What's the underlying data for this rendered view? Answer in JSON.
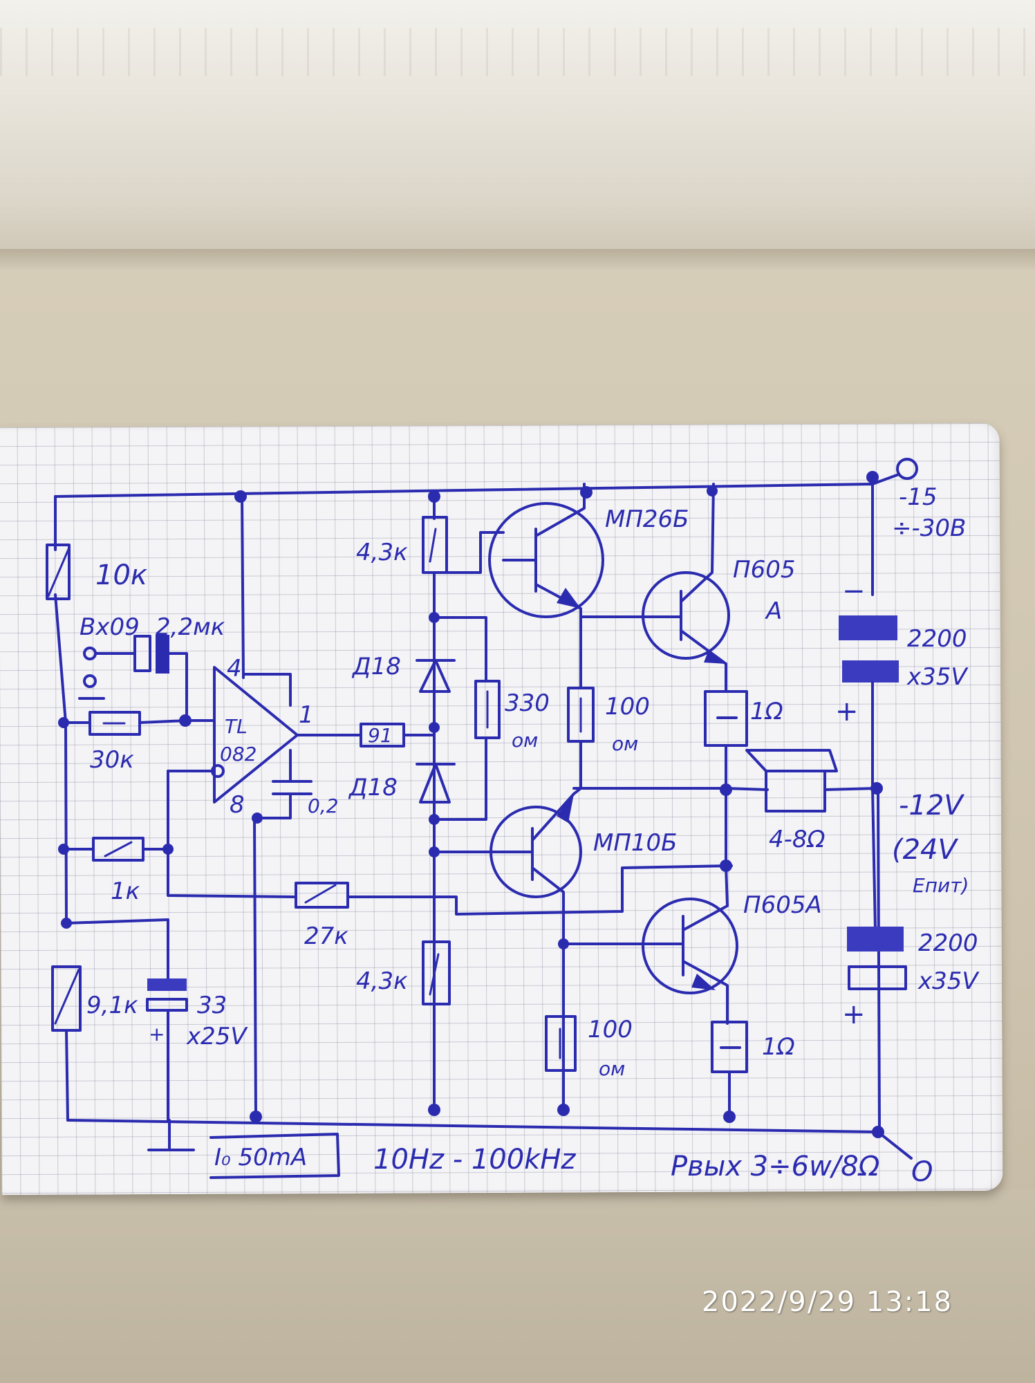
{
  "labels": {
    "pot_top": "10к",
    "input": "Bx09",
    "cap_in": "2,2мк",
    "r_fb": "30к",
    "opamp": "TL",
    "opamp2": "082",
    "pin4": "4",
    "pin1": "1",
    "pin8": "8",
    "cap_comp": "0,2",
    "r_in": "1к",
    "r_27": "27к",
    "pot_bottom": "9,1к",
    "cap_33": "33",
    "cap_33v": "x25V",
    "r_91": "91",
    "r_top_43": "4,3к",
    "r_bot_43": "4,3к",
    "diode1": "Д18",
    "diode2": "Д18",
    "r_330": "330",
    "r_330u": "ом",
    "t1": "МП26Б",
    "t2": "П605",
    "t2b": "А",
    "t3": "МП10Б",
    "t4": "П605А",
    "r_100a": "100",
    "r_100au": "ом",
    "r_100b": "100",
    "r_100bu": "ом",
    "r_1a": "1Ω",
    "r_1b": "1Ω",
    "speaker": "4-8Ω",
    "supply1": "-15",
    "supply2": "÷-30В",
    "cap_top": "2200",
    "cap_top_v": "x35V",
    "cap_bot": "2200",
    "cap_bot_v": "x35V",
    "mid_v": "-12V",
    "mid_v2": "(24V",
    "mid_v3": "Eпит)",
    "current": "I₀ 50mA",
    "freq": "10Hz - 100kHz",
    "power": "Pвых 3÷6w/8Ω",
    "minus": "−",
    "plus": "+",
    "plus2": "+",
    "plus3": "+",
    "circle_top": "O",
    "circle_bottom": "O"
  },
  "timestamp": "2022/9/29  13:18"
}
